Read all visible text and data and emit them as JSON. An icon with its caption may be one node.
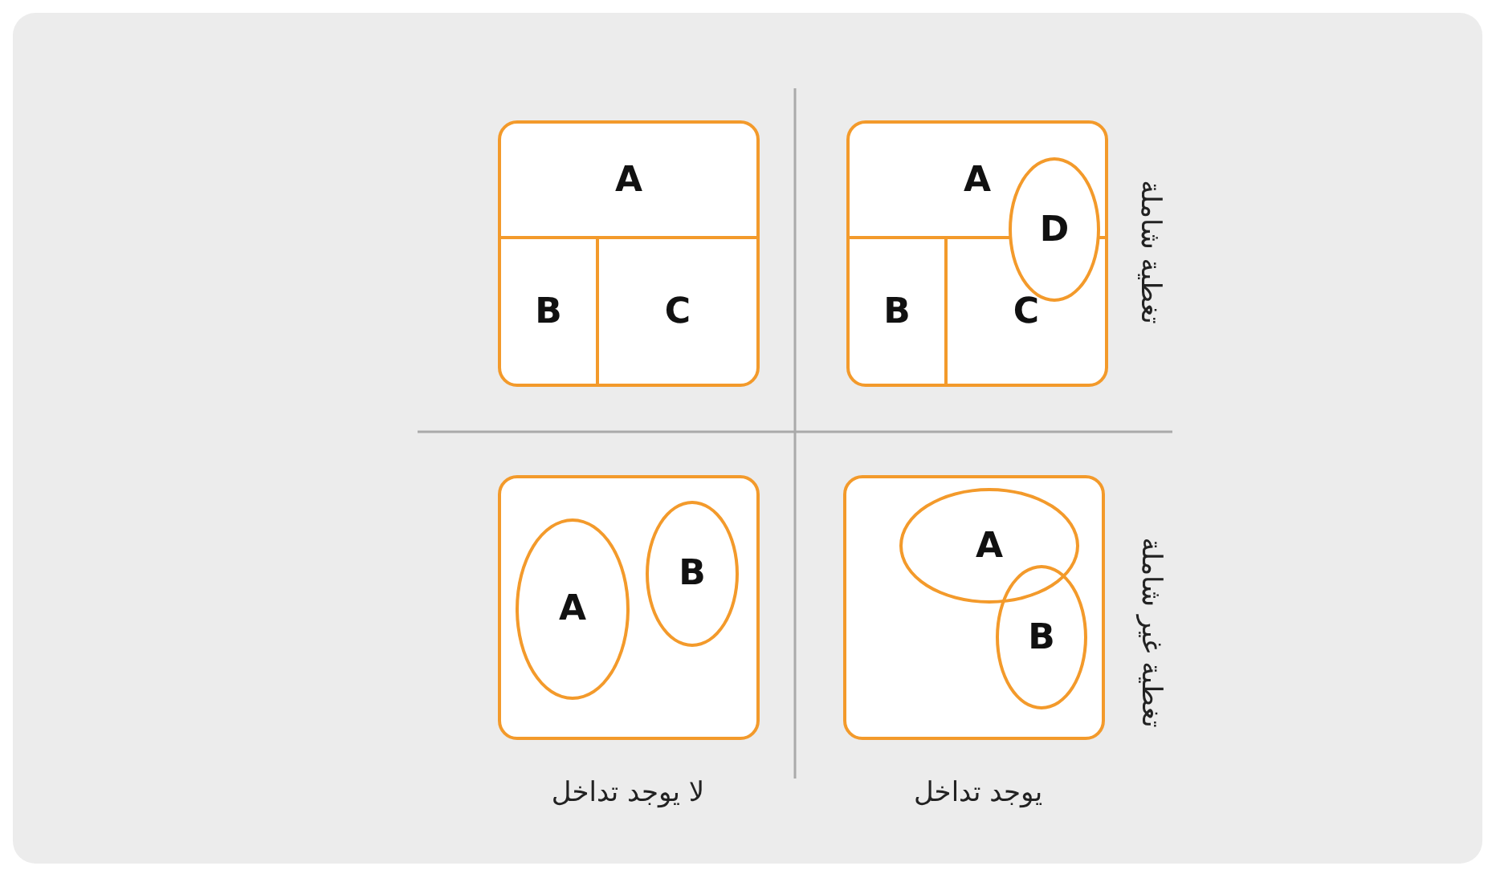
{
  "diagram": {
    "nodes": [
      {
        "text": [],
        "shape": "box"
      },
      {
        "text": [
          "A"
        ],
        "in": 0
      },
      {
        "text": [
          "B"
        ],
        "in": 0
      },
      {
        "text": [
          "C"
        ],
        "in": 0
      },
      {
        "text": [],
        "shape": "box"
      },
      {
        "text": [
          "A"
        ],
        "in": 4
      },
      {
        "text": [
          "B"
        ],
        "in": 4
      },
      {
        "text": [
          "C"
        ],
        "in": 4
      },
      {
        "text": [
          "D"
        ],
        "in": 4
      },
      {
        "text": [],
        "shape": "box"
      },
      {
        "text": [
          "A"
        ],
        "in": 9
      },
      {
        "text": [
          "B"
        ],
        "in": 9
      },
      {
        "text": [],
        "shape": "box"
      },
      {
        "text": [
          "A"
        ],
        "in": 12
      },
      {
        "text": [
          "B"
        ],
        "in": 12
      }
    ],
    "edges": [],
    "labels": [
      "تغطية شاملة",
      "تغطية غير شاملة",
      "لا يوجد تداخل",
      "يوجد تداخل"
    ]
  }
}
